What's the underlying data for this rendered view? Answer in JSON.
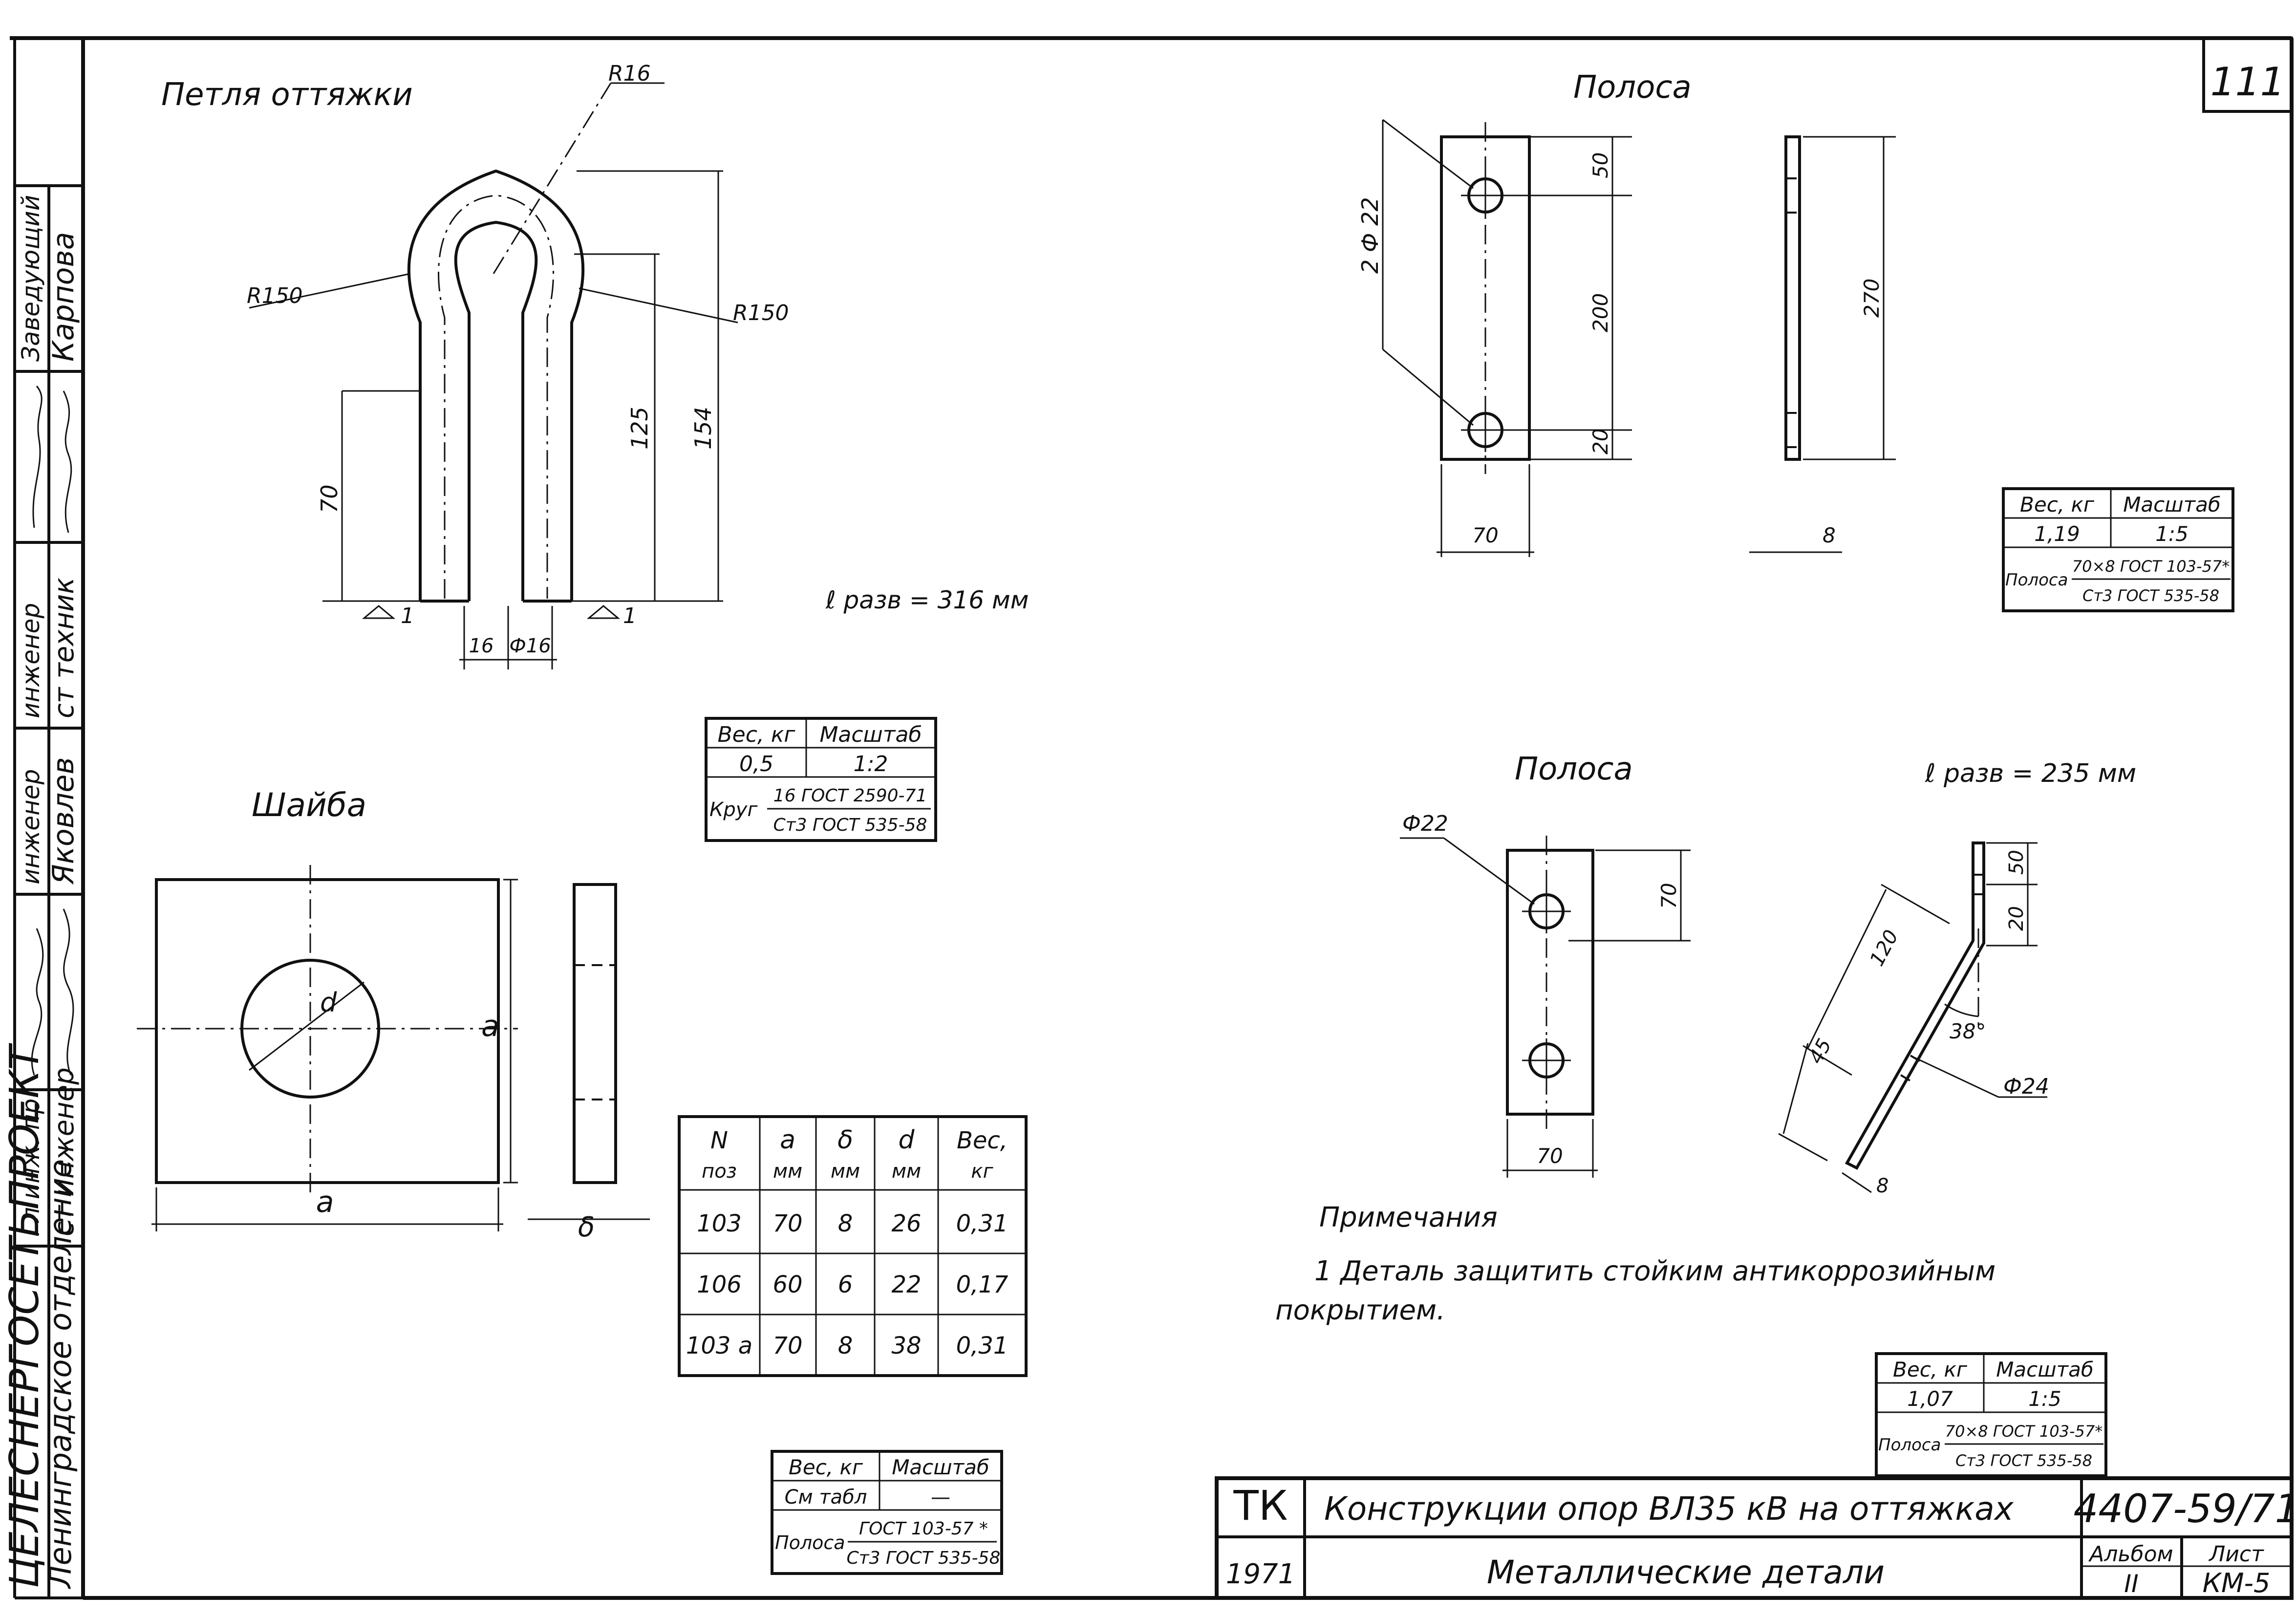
{
  "sheet": {
    "sheet_no": "111",
    "stamp": {
      "department": "Ленинградское отделение",
      "institute": "ЦЕЛЕСНЕРГОСЕТЬПРОЕКТ",
      "roles": [
        "Заведующий",
        "инженер",
        "инженер",
        "Гл инж. пр",
        "ст инженер",
        "ст техник"
      ],
      "names": [
        "Карпова",
        "Яковлев"
      ]
    },
    "title_block": {
      "org": "ТК",
      "year": "1971",
      "title": "Конструкции опор ВЛ35 кВ на оттяжках",
      "subtitle": "Металлические детали",
      "code": "4407-59/71",
      "album_label": "Альбом",
      "album_value": "II",
      "sheet_label": "Лист",
      "sheet_value": "КМ-5"
    }
  },
  "loop": {
    "title": "Петля оттяжки",
    "dims": {
      "r_top": "R16",
      "r_left": "R150",
      "r_right": "R150",
      "d70": "70",
      "d125": "125",
      "d154": "154",
      "d16": "16",
      "phi16": "Ф16",
      "dev_length": "ℓ разв = 316 мм",
      "mark_left": "1",
      "mark_right": "1"
    },
    "table": {
      "h1": "Вес, кг",
      "h2": "Масштаб",
      "weight": "0,5",
      "scale": "1:2",
      "material_name": "Круг",
      "mat_top": "16 ГОСТ 2590-71",
      "mat_bottom": "Ст3 ГОСТ 535-58"
    }
  },
  "washer": {
    "title": "Шайба",
    "dims": {
      "a_bottom": "a",
      "a_right": "a",
      "d": "d",
      "delta": "δ"
    },
    "table": {
      "headers": [
        [
          "N",
          "поз"
        ],
        [
          "a",
          "мм"
        ],
        [
          "δ",
          "мм"
        ],
        [
          "d",
          "мм"
        ],
        [
          "Вес,",
          "кг"
        ]
      ],
      "rows": [
        [
          "103",
          "70",
          "8",
          "26",
          "0,31"
        ],
        [
          "106",
          "60",
          "6",
          "22",
          "0,17"
        ],
        [
          "103 а",
          "70",
          "8",
          "38",
          "0,31"
        ]
      ]
    },
    "stamp": {
      "h1": "Вес, кг",
      "h2": "Масштаб",
      "weight": "См табл",
      "scale": "—",
      "material_name": "Полоса",
      "mat_top": "ГОСТ 103-57 *",
      "mat_bottom": "Ст3 ГОСТ 535-58"
    }
  },
  "strip1": {
    "title": "Полоса",
    "dims": {
      "holes": "2 Ф 22",
      "d50": "50",
      "d200": "200",
      "d20": "20",
      "d270": "270",
      "d70": "70",
      "d8": "8"
    },
    "table": {
      "h1": "Вес, кг",
      "h2": "Масштаб",
      "weight": "1,19",
      "scale": "1:5",
      "material_name": "Полоса",
      "mat_top": "70×8 ГОСТ 103-57*",
      "mat_bottom": "Ст3 ГОСТ 535-58"
    }
  },
  "strip2": {
    "title": "Полоса",
    "dev_length": "ℓ разв = 235 мм",
    "dims": {
      "phi22": "Ф22",
      "d70v": "70",
      "d70h": "70",
      "d50": "50",
      "d20": "20",
      "d120": "120",
      "d45": "45",
      "angle": "38°",
      "phi24": "Ф24",
      "d8": "8"
    },
    "table": {
      "h1": "Вес, кг",
      "h2": "Масштаб",
      "weight": "1,07",
      "scale": "1:5",
      "material_name": "Полоса",
      "mat_top": "70×8 ГОСТ 103-57*",
      "mat_bottom": "Ст3 ГОСТ 535-58"
    }
  },
  "notes": {
    "heading": "Примечания",
    "line1": "1 Деталь защитить стойким антикоррозийным",
    "line2": "покрытием."
  }
}
